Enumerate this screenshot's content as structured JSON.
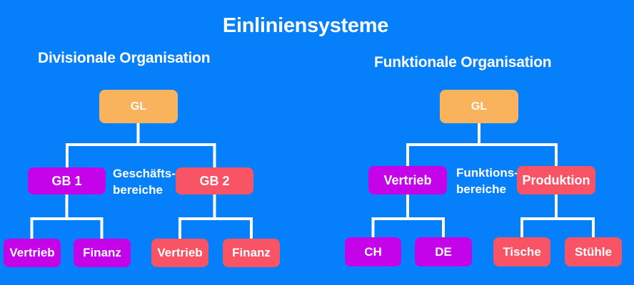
{
  "title": "Einliniensysteme",
  "colors": {
    "background": "#0680FA",
    "box_orange": "#F9B35D",
    "box_purple": "#C403E8",
    "box_coral": "#F95366",
    "text": "#FFFFFF",
    "connector": "#FFFFFF"
  },
  "charts": [
    {
      "heading": "Divisionale Organisation",
      "root": {
        "label": "GL",
        "color": "orange"
      },
      "annotation": [
        "Geschäfts-",
        "bereiche"
      ],
      "branches": [
        {
          "label": "GB 1",
          "color": "purple",
          "children": [
            {
              "label": "Vertrieb",
              "color": "purple"
            },
            {
              "label": "Finanz",
              "color": "purple"
            }
          ]
        },
        {
          "label": "GB 2",
          "color": "coral",
          "children": [
            {
              "label": "Vertrieb",
              "color": "coral"
            },
            {
              "label": "Finanz",
              "color": "coral"
            }
          ]
        }
      ]
    },
    {
      "heading": "Funktionale Organisation",
      "root": {
        "label": "GL",
        "color": "orange"
      },
      "annotation": [
        "Funktions-",
        "bereiche"
      ],
      "branches": [
        {
          "label": "Vertrieb",
          "color": "purple",
          "children": [
            {
              "label": "CH",
              "color": "purple"
            },
            {
              "label": "DE",
              "color": "purple"
            }
          ]
        },
        {
          "label": "Produktion",
          "color": "coral",
          "children": [
            {
              "label": "Tische",
              "color": "coral"
            },
            {
              "label": "Stühle",
              "color": "coral"
            }
          ]
        }
      ]
    }
  ]
}
